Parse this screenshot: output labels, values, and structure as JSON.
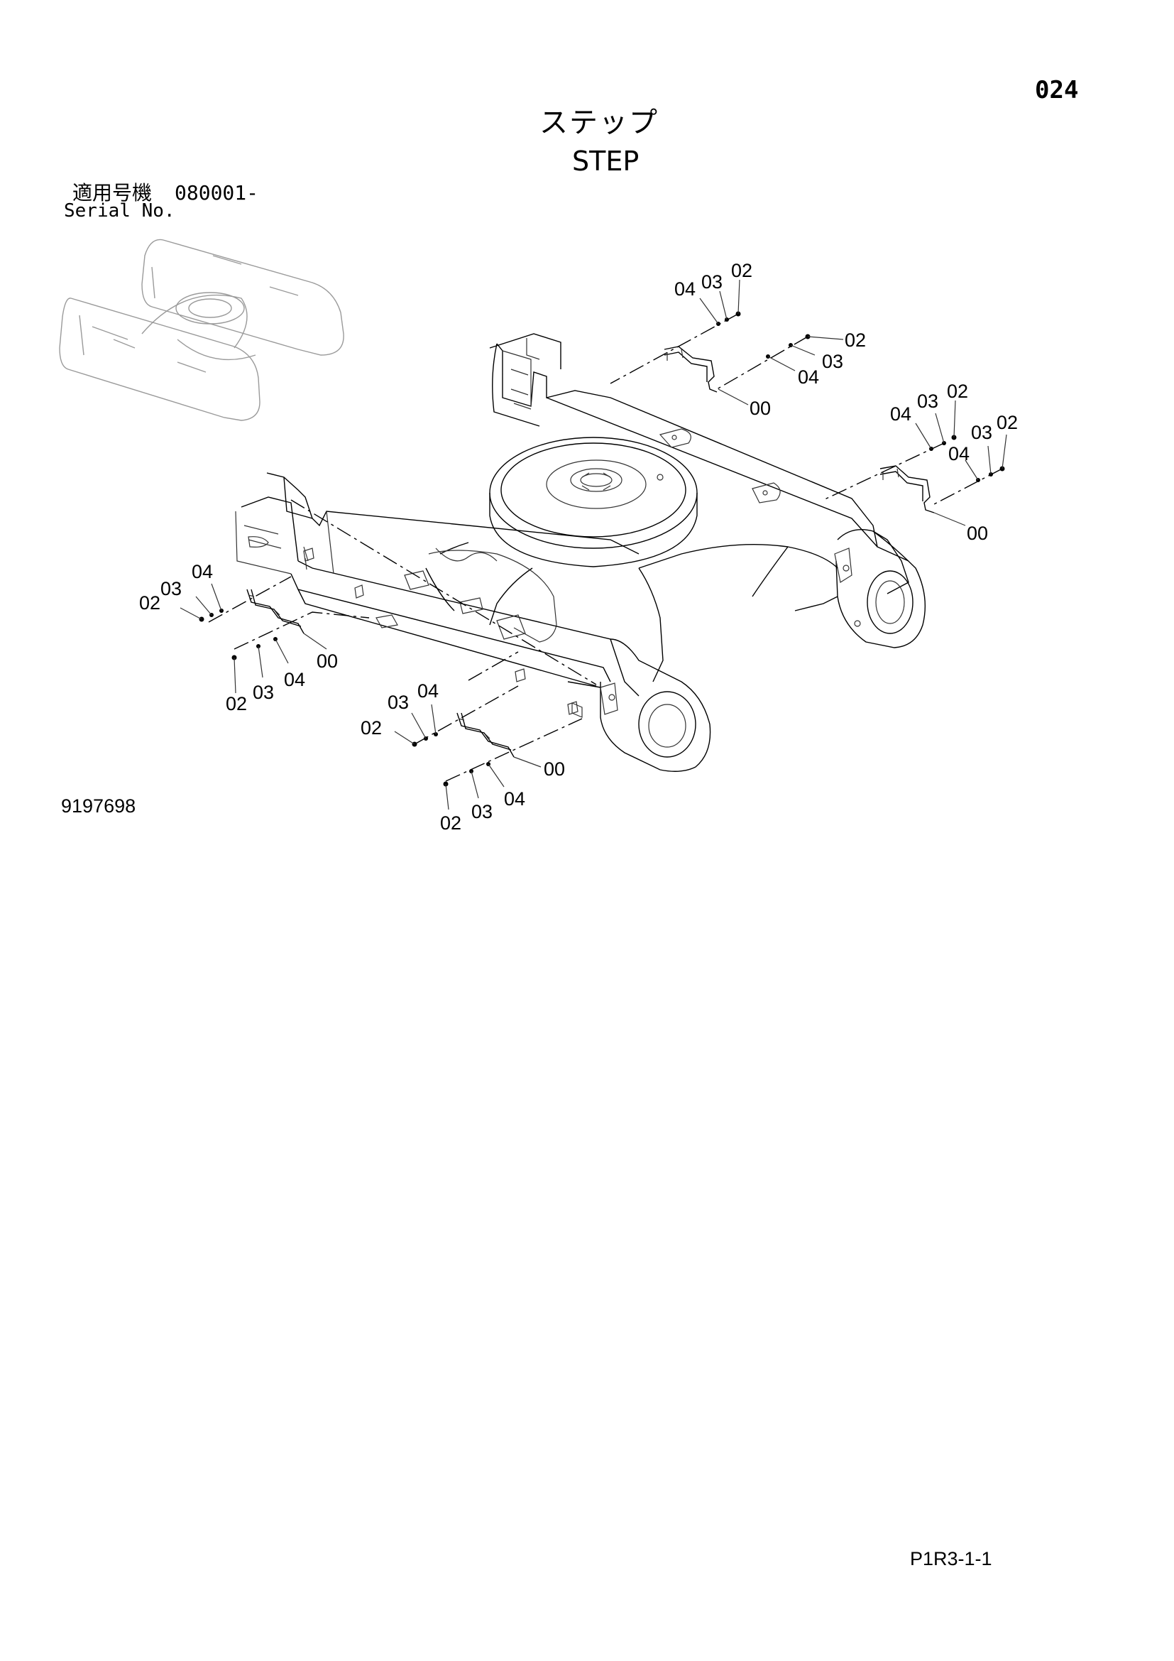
{
  "page": {
    "number": "024",
    "title_jp": "ステップ",
    "title_en": "STEP",
    "serial_label_jp": "適用号機",
    "serial_value": "080001-",
    "serial_label_en": "Serial No.",
    "drawing_number": "9197698",
    "page_code": "P1R3-1-1"
  },
  "parts": {
    "step": "00",
    "bolt": "02",
    "spring_washer": "03",
    "washer": "04"
  },
  "diagram": {
    "subject": "undercarriage track frame with four step brackets",
    "inset": "full undercarriage overview with tracks"
  }
}
